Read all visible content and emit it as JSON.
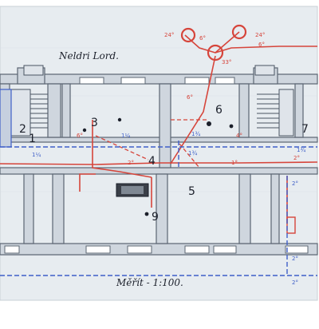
{
  "title": "Neldri Lord.",
  "scale_note": "Měřít - 1:100.",
  "rooms": [
    "2",
    "3",
    "4",
    "5",
    "6",
    "7",
    "9",
    "1"
  ],
  "pipe_labels": {
    "red_top_left": "24°",
    "red_top_center": "6°",
    "red_top_right": "24°",
    "red_mid_right": "6°",
    "red_below_circle": "33°",
    "red_pipe_a": "6°",
    "red_pipe_b": "6°",
    "red_pipe_c": "4°",
    "red_pipe_d": "2°",
    "red_pipe_e": "1°",
    "red_pipe_f": "2°",
    "blue_a": "1¼",
    "blue_b": "1¼",
    "blue_c": "1¾",
    "blue_d": "1¾",
    "blue_e": "1¾",
    "blue_f": "2°",
    "blue_g": "2°",
    "blue_h": "2°"
  },
  "colors": {
    "paper": "#e9edf1",
    "wall": "#5d6773",
    "wall_fill": "#d7dde4",
    "red_pipe": "#d6453b",
    "blue_pipe": "#3f5fc7",
    "ink": "#1b1f2a"
  }
}
